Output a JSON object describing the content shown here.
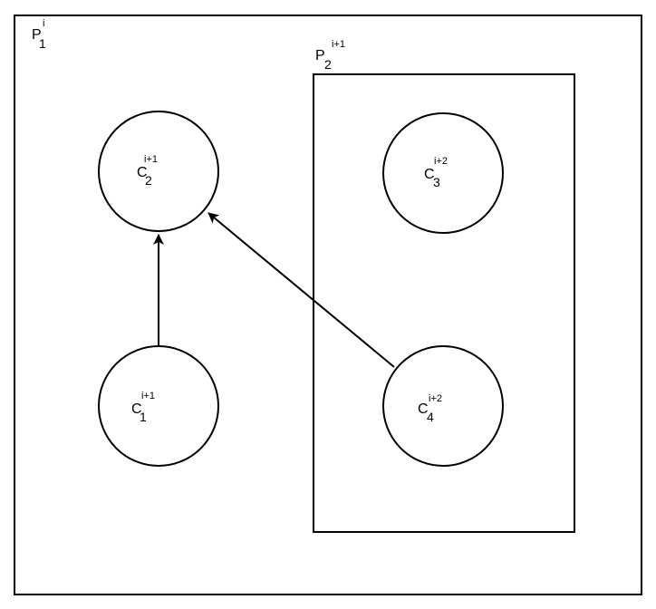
{
  "colors": {
    "stroke": "#000000",
    "background": "#ffffff"
  },
  "outer_box": {
    "label": {
      "base": "P",
      "sub": "1",
      "sup": "i"
    }
  },
  "inner_box": {
    "label": {
      "base": "P",
      "sub": "2",
      "sup": "i+1"
    }
  },
  "nodes": [
    {
      "id": "c2",
      "label": {
        "base": "C",
        "sub": "2",
        "sup": "i+1"
      }
    },
    {
      "id": "c3",
      "label": {
        "base": "C",
        "sub": "3",
        "sup": "i+2"
      }
    },
    {
      "id": "c1",
      "label": {
        "base": "C",
        "sub": "1",
        "sup": "i+1"
      }
    },
    {
      "id": "c4",
      "label": {
        "base": "C",
        "sub": "4",
        "sup": "i+2"
      }
    }
  ],
  "edges": [
    {
      "from": "c1",
      "to": "c2"
    },
    {
      "from": "c4",
      "to": "c2"
    }
  ]
}
